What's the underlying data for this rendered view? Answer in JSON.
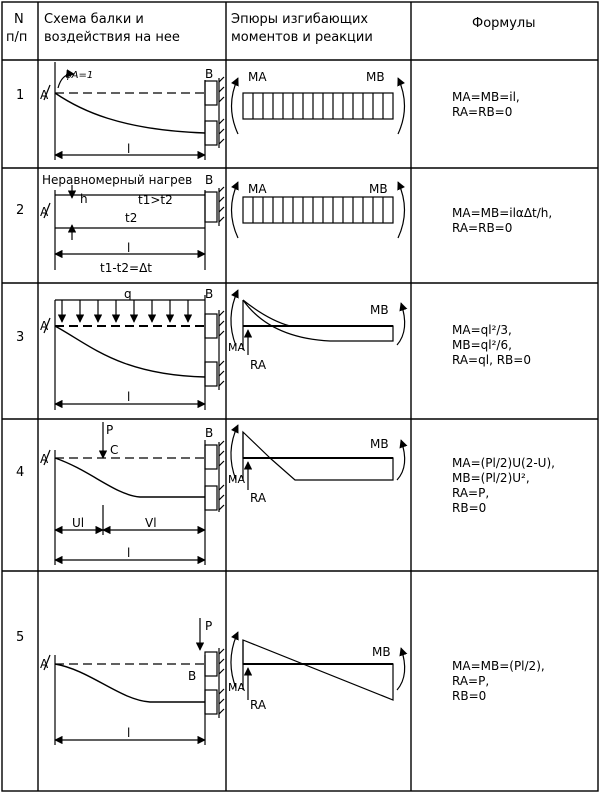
{
  "header": {
    "n_line1": "N",
    "n_line2": "п/п",
    "scheme_line1": "Схема балки и",
    "scheme_line2": "воздействия на нее",
    "diagram_line1": "Эпюры изгибающих",
    "diagram_line2": "моментов и реакции",
    "formulas": "Формулы"
  },
  "labels": {
    "A": "A",
    "B": "B",
    "C": "C",
    "l": "l",
    "q": "q",
    "P": "P",
    "h": "h",
    "MA": "MA",
    "MB": "MB",
    "RA": "RA",
    "phiA": "φA=1",
    "uneven_heating": "Неравномерный нагрев",
    "t1_gt_t2": "t1>t2",
    "t2": "t2",
    "dt": "t1-t2=Δt",
    "Ul": "Ul",
    "Vl": "Vl"
  },
  "rows": [
    {
      "num": "1",
      "formulas": [
        "MA=MB=il,",
        "RA=RB=0"
      ]
    },
    {
      "num": "2",
      "formulas": [
        "MA=MB=ilαΔt/h,",
        "RA=RB=0"
      ]
    },
    {
      "num": "3",
      "formulas": [
        "MA=ql²/3,",
        "MB=ql²/6,",
        "RA=ql, RB=0"
      ]
    },
    {
      "num": "4",
      "formulas": [
        "MA=(Pl/2)U(2-U),",
        "MB=(Pl/2)U²,",
        "RA=P,",
        "RB=0"
      ]
    },
    {
      "num": "5",
      "formulas": [
        "MA=MB=(Pl/2),",
        "RA=P,",
        "RB=0"
      ]
    }
  ]
}
